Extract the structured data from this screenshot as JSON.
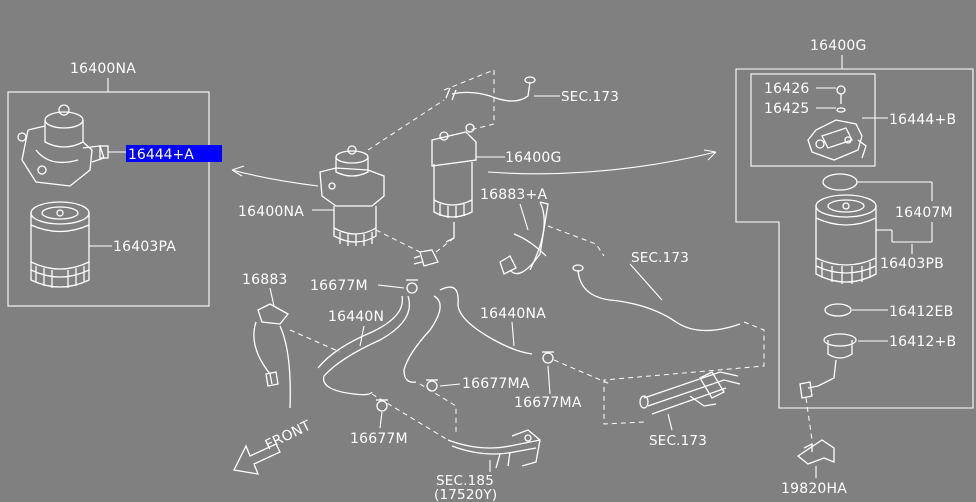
{
  "diagram": {
    "colors": {
      "background": "#808080",
      "ink": "#ffffff",
      "highlight": "#0000ff"
    },
    "highlighted_callout": "16444+A",
    "labels": {
      "group_left": "16400NA",
      "group_right": "16400G",
      "l_16444A": "16444+A",
      "l_16403PA": "16403PA",
      "c_16400NA": "16400NA",
      "c_16400G": "16400G",
      "sec173_top": "SEC.173",
      "c_16883A": "16883+A",
      "sec173_mid": "SEC.173",
      "c_16883": "16883",
      "c_16677M_a": "16677M",
      "c_16440N": "16440N",
      "c_16440NA": "16440NA",
      "c_16677MA_a": "16677MA",
      "c_16677MA_b": "16677MA",
      "c_16677M_b": "16677M",
      "sec173_bot": "SEC.173",
      "sec185": "SEC.185",
      "sec185_sub": "(17520Y)",
      "front": "FRONT",
      "r_16426": "16426",
      "r_16425": "16425",
      "r_16444B": "16444+B",
      "r_16407M": "16407M",
      "r_16403PB": "16403PB",
      "r_16412EB": "16412EB",
      "r_16412B": "16412+B",
      "c_19820HA": "19820HA"
    }
  }
}
